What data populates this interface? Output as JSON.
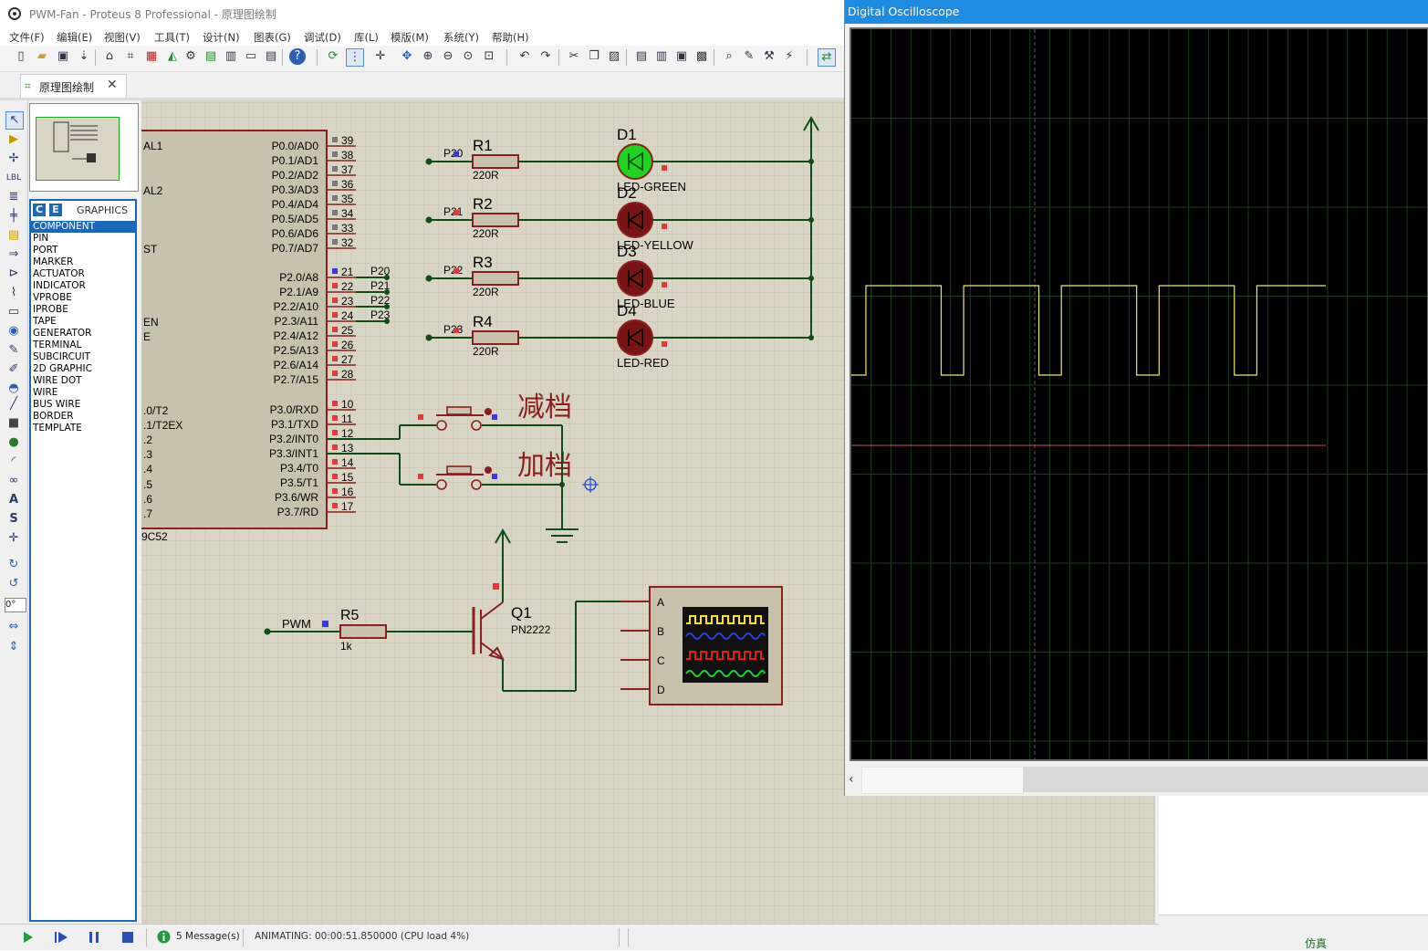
{
  "app": {
    "title": "PWM-Fan - Proteus 8 Professional - 原理图绘制",
    "menu": [
      "文件(F)",
      "编辑(E)",
      "视图(V)",
      "工具(T)",
      "设计(N)",
      "图表(G)",
      "调试(D)",
      "库(L)",
      "模版(M)",
      "系统(Y)",
      "帮助(H)"
    ],
    "tab_label": "原理图绘制",
    "tab_close": "✕"
  },
  "device_panel": {
    "mode_c": "C",
    "mode_e": "E",
    "header": "GRAPHICS",
    "items": [
      "COMPONENT",
      "PIN",
      "PORT",
      "MARKER",
      "ACTUATOR",
      "INDICATOR",
      "VPROBE",
      "IPROBE",
      "TAPE",
      "GENERATOR",
      "TERMINAL",
      "SUBCIRCUIT",
      "2D GRAPHIC",
      "WIRE DOT",
      "WIRE",
      "BUS WIRE",
      "BORDER",
      "TEMPLATE"
    ],
    "selected": "COMPONENT"
  },
  "rotation": {
    "value": "0°"
  },
  "schematic": {
    "mcu": {
      "part_label": "9C52",
      "left_pins": [
        "AL1",
        "AL2",
        "ST",
        "EN",
        "E",
        ".0/T2",
        ".1/T2EX",
        ".2",
        ".3",
        ".4",
        ".5",
        ".6",
        ".7"
      ],
      "right_pins": [
        "P0.0/AD0",
        "P0.1/AD1",
        "P0.2/AD2",
        "P0.3/AD3",
        "P0.4/AD4",
        "P0.5/AD5",
        "P0.6/AD6",
        "P0.7/AD7",
        "P2.0/A8",
        "P2.1/A9",
        "P2.2/A10",
        "P2.3/A11",
        "P2.4/A12",
        "P2.5/A13",
        "P2.6/A14",
        "P2.7/A15",
        "P3.0/RXD",
        "P3.1/TXD",
        "P3.2/INT0",
        "P3.3/INT1",
        "P3.4/T0",
        "P3.5/T1",
        "P3.6/WR",
        "P3.7/RD"
      ],
      "pin_numbers": [
        "39",
        "38",
        "37",
        "36",
        "35",
        "34",
        "33",
        "32",
        "21",
        "22",
        "23",
        "24",
        "25",
        "26",
        "27",
        "28",
        "10",
        "11",
        "12",
        "13",
        "14",
        "15",
        "16",
        "17"
      ],
      "port2_nets": [
        "P20",
        "P21",
        "P22",
        "P23"
      ]
    },
    "led_rows": [
      {
        "net": "P20",
        "res": "R1",
        "res_val": "220R",
        "diode": "D1",
        "part": "LED-GREEN",
        "color": "#21d321",
        "lit": true
      },
      {
        "net": "P21",
        "res": "R2",
        "res_val": "220R",
        "diode": "D2",
        "part": "LED-YELLOW",
        "color": "#7a1414",
        "lit": false
      },
      {
        "net": "P22",
        "res": "R3",
        "res_val": "220R",
        "diode": "D3",
        "part": "LED-BLUE",
        "color": "#7a1414",
        "lit": false
      },
      {
        "net": "P23",
        "res": "R4",
        "res_val": "220R",
        "diode": "D4",
        "part": "LED-RED",
        "color": "#7a1414",
        "lit": false
      }
    ],
    "switch_down_label": "减档",
    "switch_up_label": "加档",
    "pwm_net": "PWM",
    "r5": {
      "name": "R5",
      "value": "1k"
    },
    "q1": {
      "name": "Q1",
      "part": "PN2222"
    },
    "scope_channels": [
      "A",
      "B",
      "C",
      "D"
    ]
  },
  "status": {
    "messages": "5 Message(s)",
    "animation": "ANIMATING: 00:00:51.850000 (CPU load 4%)"
  },
  "oscilloscope": {
    "title": "Digital Oscilloscope",
    "scroll_left": "‹",
    "trace_color": "#e9e873",
    "marker_color": "#d24b64",
    "grid_color": "#1c3a1c",
    "channel_a_waveform": {
      "period_divisions": 1,
      "duty_high_fraction": 0.77,
      "high_level_divisions": 1,
      "rising_edges": 5
    }
  },
  "taskbar_label": "仿真",
  "colors": {
    "wire": "#0f4d18",
    "component_outline": "#8b1e1e",
    "component_fill": "#c8c2ac",
    "canvas_bg": "#d8d5c4"
  }
}
